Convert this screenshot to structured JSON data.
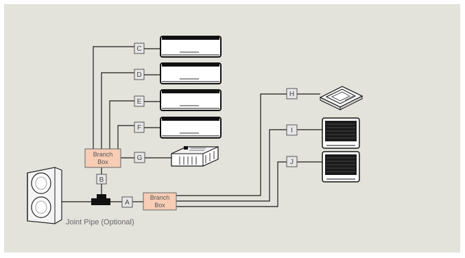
{
  "diagram": {
    "caption": "Joint Pipe (Optional)",
    "branch_box_left": {
      "line1": "Branch",
      "line2": "Box"
    },
    "branch_box_right": {
      "line1": "Branch",
      "line2": "Box"
    },
    "pipe_labels": {
      "a": "A",
      "b": "B",
      "c": "C",
      "d": "D",
      "e": "E",
      "f": "F",
      "g": "G",
      "h": "H",
      "i": "I",
      "j": "J"
    },
    "units": [
      {
        "label": "C",
        "type": "wall-mounted-unit"
      },
      {
        "label": "D",
        "type": "wall-mounted-unit"
      },
      {
        "label": "E",
        "type": "wall-mounted-unit"
      },
      {
        "label": "F",
        "type": "wall-mounted-unit"
      },
      {
        "label": "G",
        "type": "ducted-unit"
      },
      {
        "label": "H",
        "type": "cassette-unit"
      },
      {
        "label": "I",
        "type": "floor-console-unit"
      },
      {
        "label": "J",
        "type": "floor-console-unit"
      }
    ]
  }
}
